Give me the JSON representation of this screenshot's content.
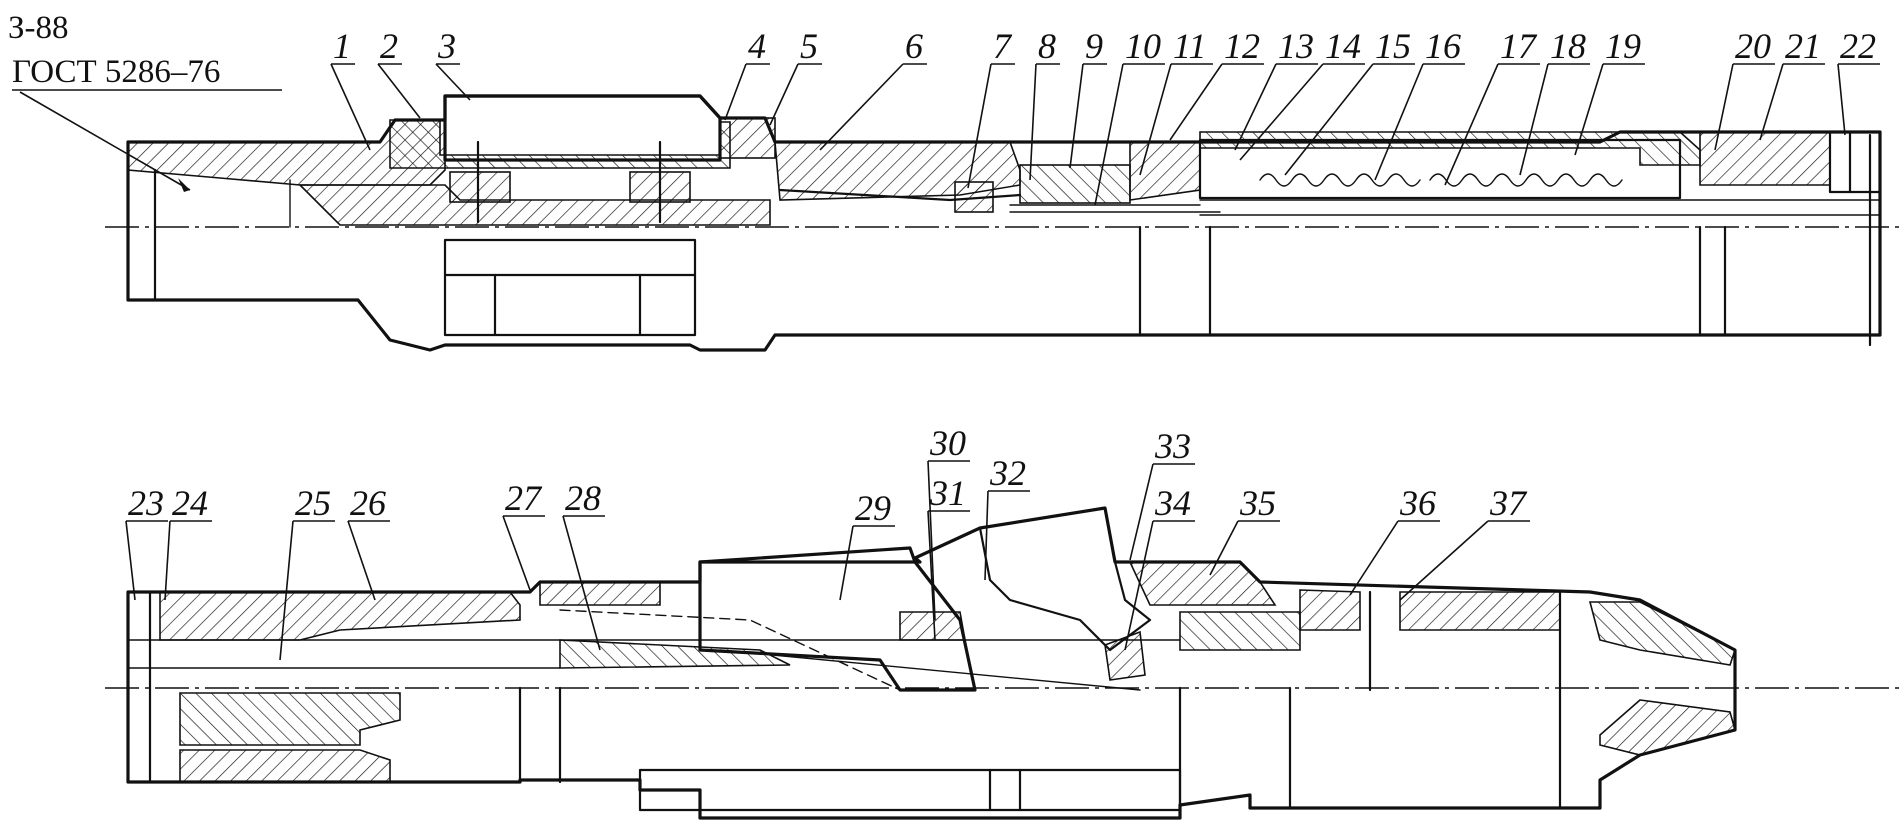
{
  "thread_callout": {
    "line1": "З-88",
    "line2": "ГОСТ 5286–76"
  },
  "parts_top": [
    "1",
    "2",
    "3",
    "4",
    "5",
    "6",
    "7",
    "8",
    "9",
    "10",
    "11",
    "12",
    "13",
    "14",
    "15",
    "16",
    "17",
    "18",
    "19",
    "20",
    "21",
    "22"
  ],
  "parts_bottom": [
    "23",
    "24",
    "25",
    "26",
    "27",
    "28",
    "29",
    "30",
    "31",
    "32",
    "33",
    "34",
    "35",
    "36",
    "37"
  ]
}
